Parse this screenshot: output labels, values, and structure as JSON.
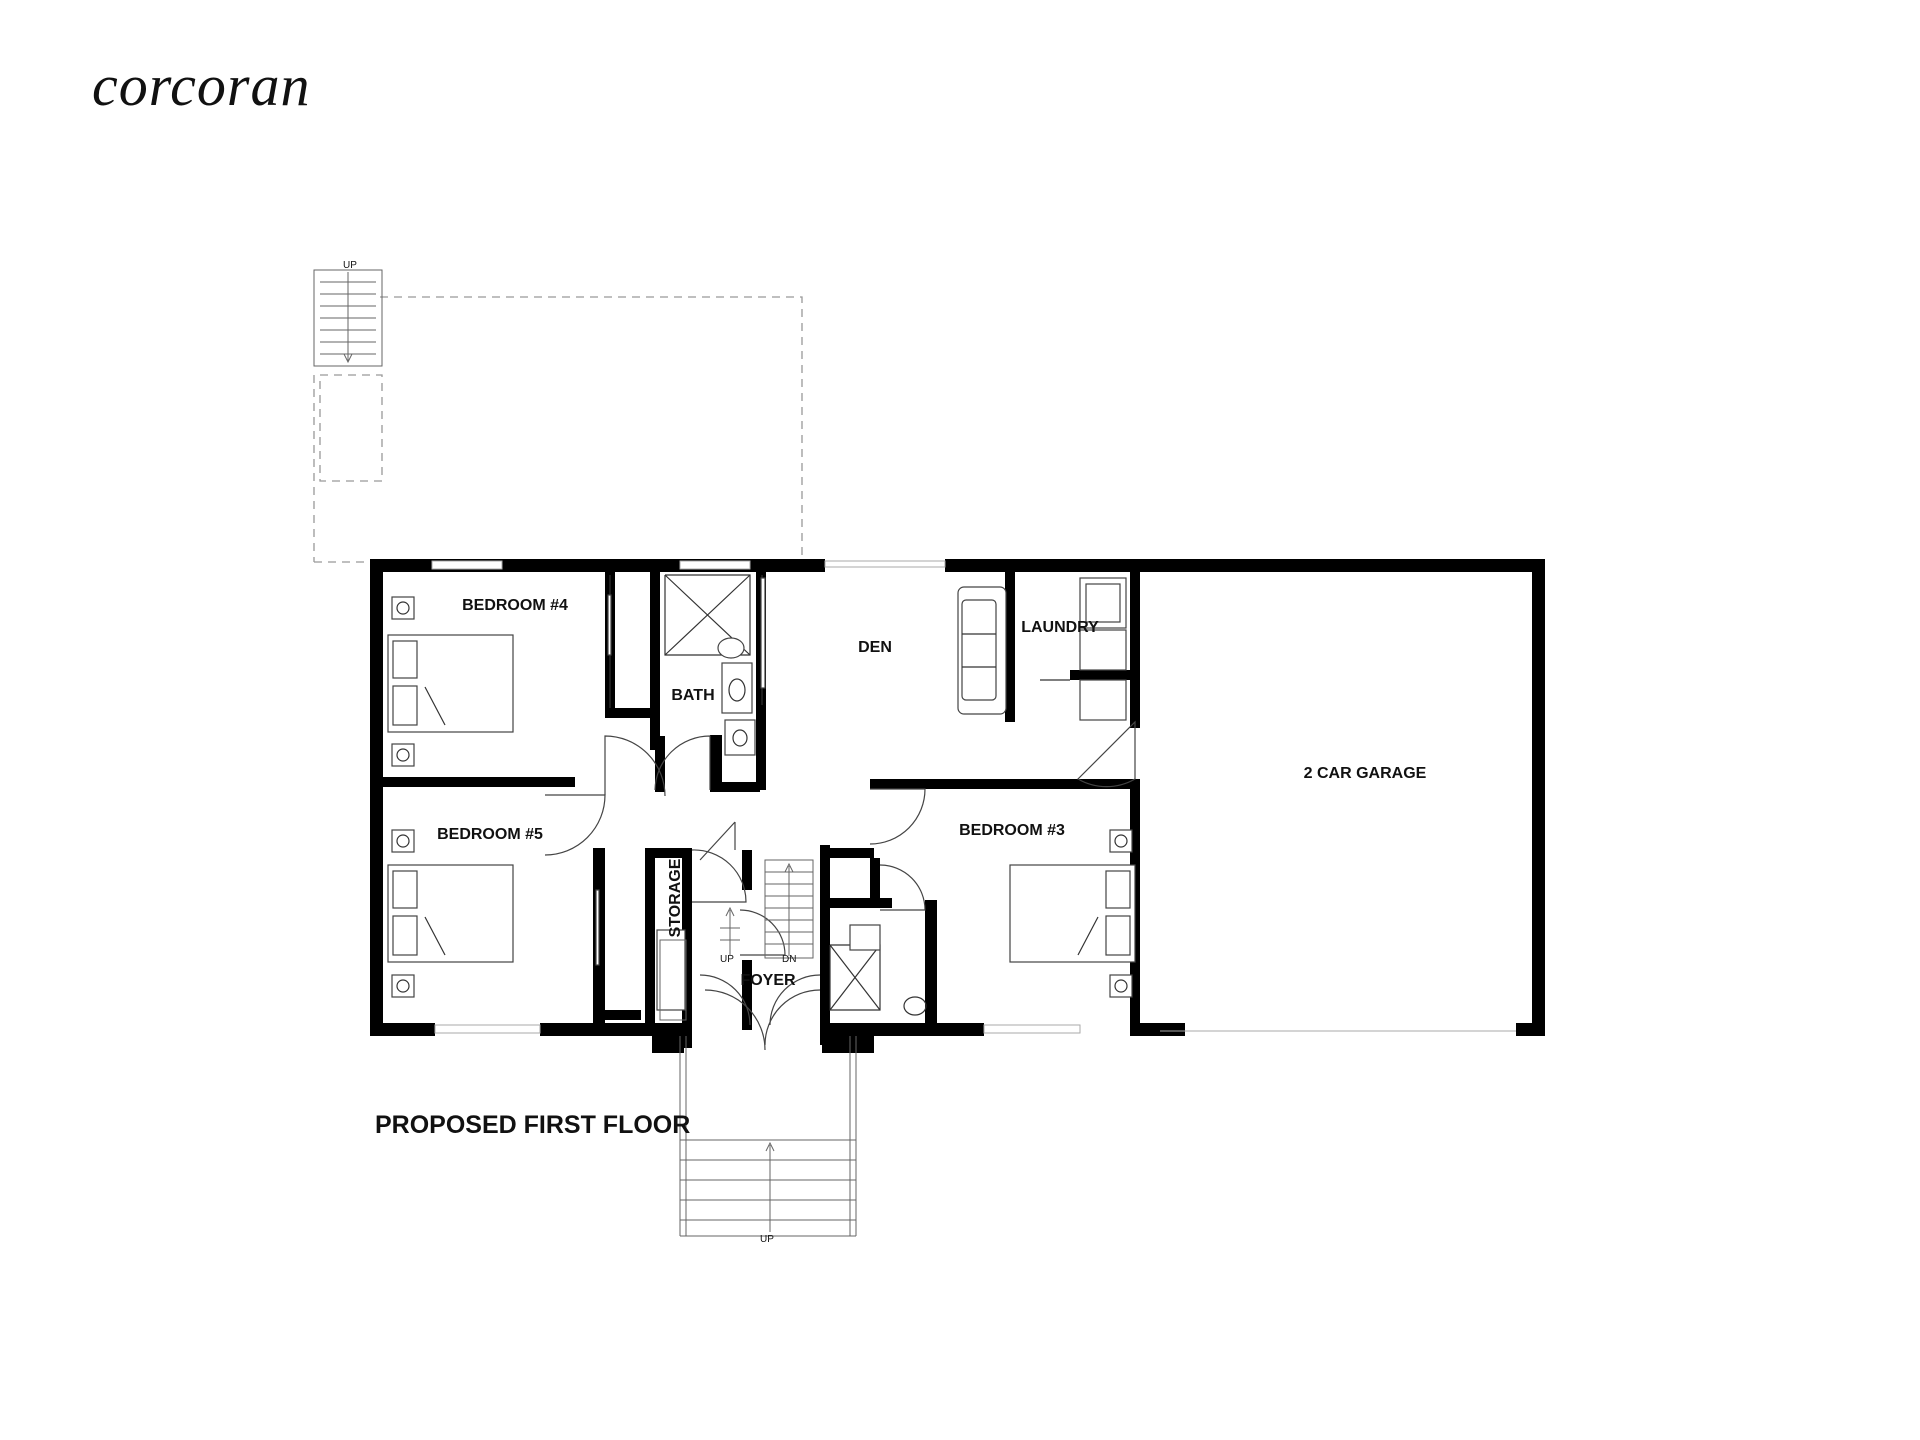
{
  "brand": {
    "logo_text": "corcoran"
  },
  "plan": {
    "title": "PROPOSED FIRST FLOOR",
    "rooms": {
      "bedroom4": "BEDROOM #4",
      "bath": "BATH",
      "den": "DEN",
      "laundry": "LAUNDRY",
      "garage": "2 CAR GARAGE",
      "bedroom5": "BEDROOM #5",
      "storage": "STORAGE",
      "foyer": "FOYER",
      "bedroom3": "BEDROOM #3"
    },
    "stair_labels": {
      "deck_up": "UP",
      "interior_up": "UP",
      "interior_dn": "DN",
      "entry_up": "UP"
    }
  }
}
